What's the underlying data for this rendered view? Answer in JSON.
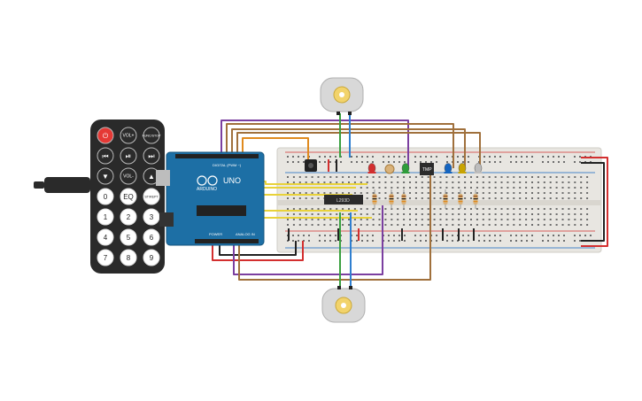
{
  "remote": {
    "buttons": [
      {
        "id": "power",
        "label": "⏻",
        "color": "#e53935"
      },
      {
        "id": "vol-up",
        "label": "VOL+",
        "color": "#2b2b2b"
      },
      {
        "id": "func-stop",
        "label": "FUNC/STOP",
        "color": "#2b2b2b"
      },
      {
        "id": "rewind",
        "label": "⏮",
        "color": "#2b2b2b"
      },
      {
        "id": "play-pause",
        "label": "⏯",
        "color": "#2b2b2b"
      },
      {
        "id": "fast-forward",
        "label": "⏭",
        "color": "#2b2b2b"
      },
      {
        "id": "down",
        "label": "▼",
        "color": "#2b2b2b"
      },
      {
        "id": "vol-down",
        "label": "VOL-",
        "color": "#2b2b2b"
      },
      {
        "id": "up",
        "label": "▲",
        "color": "#2b2b2b"
      },
      {
        "id": "zero",
        "label": "0",
        "color": "#ffffff"
      },
      {
        "id": "eq",
        "label": "EQ",
        "color": "#ffffff"
      },
      {
        "id": "st-rept",
        "label": "ST/REPT",
        "color": "#ffffff"
      },
      {
        "id": "one",
        "label": "1",
        "color": "#ffffff"
      },
      {
        "id": "two",
        "label": "2",
        "color": "#ffffff"
      },
      {
        "id": "three",
        "label": "3",
        "color": "#ffffff"
      },
      {
        "id": "four",
        "label": "4",
        "color": "#ffffff"
      },
      {
        "id": "five",
        "label": "5",
        "color": "#ffffff"
      },
      {
        "id": "six",
        "label": "6",
        "color": "#ffffff"
      },
      {
        "id": "seven",
        "label": "7",
        "color": "#ffffff"
      },
      {
        "id": "eight",
        "label": "8",
        "color": "#ffffff"
      },
      {
        "id": "nine",
        "label": "9",
        "color": "#ffffff"
      }
    ]
  },
  "arduino": {
    "brand": "ARDUINO",
    "model": "UNO",
    "digital_label": "DIGITAL (PWM ~)",
    "power_label": "POWER",
    "analog_label": "ANALOG IN",
    "board_color": "#1d6fa5"
  },
  "chip": {
    "label": "L293D"
  },
  "sensor": {
    "label": "TMP"
  },
  "leds": [
    {
      "id": "led-red",
      "color": "#d32f2f"
    },
    {
      "id": "led-green",
      "color": "#2e9d3a"
    },
    {
      "id": "led-blue",
      "color": "#1565c0"
    },
    {
      "id": "led-yellow",
      "color": "#c9a400"
    },
    {
      "id": "led-white",
      "color": "#bdbdbd"
    }
  ],
  "wire_colors": {
    "yellow": "#e8d23a",
    "purple": "#7b3fa0",
    "brown": "#a0703c",
    "orange": "#e08a1e",
    "red": "#d32f2f",
    "black": "#222222",
    "green": "#3aa040",
    "blue": "#2f7fd0"
  }
}
